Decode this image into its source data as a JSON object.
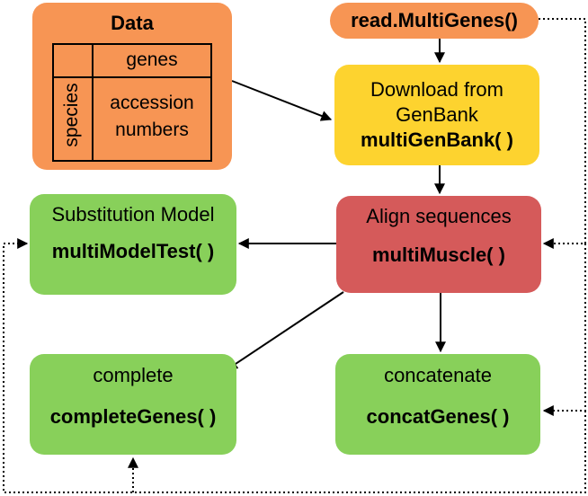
{
  "colors": {
    "data_box": "#f79554",
    "download_box": "#fdd32f",
    "align_box": "#d55a5a",
    "analysis_box": "#88d05a"
  },
  "data_box": {
    "title": "Data",
    "column_header": "genes",
    "row_header": "species",
    "cell_line1": "accession",
    "cell_line2": "numbers"
  },
  "read_multigenes": {
    "label": "read.MultiGenes()"
  },
  "download": {
    "line1": "Download from",
    "line2": "GenBank",
    "function": "multiGenBank( )"
  },
  "align": {
    "title": "Align sequences",
    "function": "multiMuscle( )"
  },
  "substitution": {
    "title": "Substitution Model",
    "function": "multiModelTest( )"
  },
  "complete": {
    "title": "complete",
    "function": "completeGenes( )"
  },
  "concatenate": {
    "title": "concatenate",
    "function": "concatGenes( )"
  }
}
